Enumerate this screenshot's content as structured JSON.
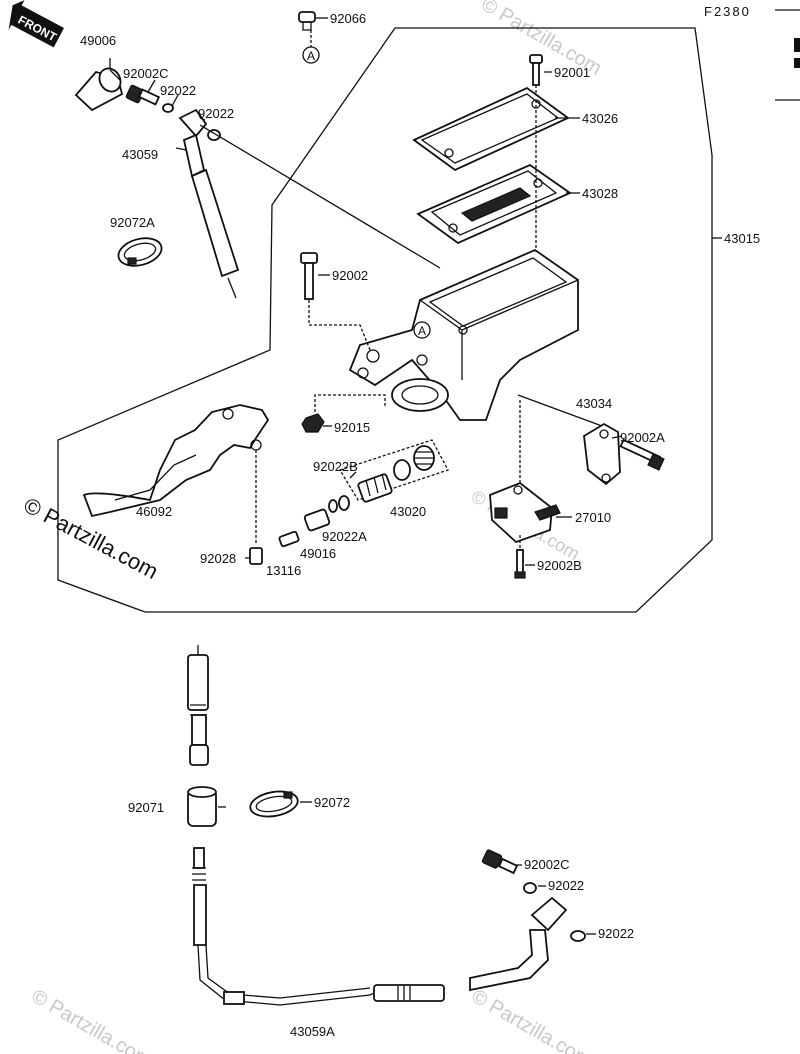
{
  "diagram_code": "F2380",
  "front_badge": "FRONT",
  "ref_marker": "A",
  "watermark": "© Partzilla.com",
  "labels": {
    "p49006": "49006",
    "p92066": "92066",
    "p92002C_top": "92002C",
    "p92022_a": "92022",
    "p92022_b": "92022",
    "p43059": "43059",
    "p92001": "92001",
    "p43026": "43026",
    "p43028": "43028",
    "p43015": "43015",
    "p92072A": "92072A",
    "p92002": "92002",
    "p43034": "43034",
    "p92002A": "92002A",
    "p92015": "92015",
    "p92022B": "92022B",
    "p43020": "43020",
    "p46092": "46092",
    "p27010": "27010",
    "p92022A": "92022A",
    "p49016": "49016",
    "p92028": "92028",
    "p13116": "13116",
    "p92002B": "92002B",
    "p92071": "92071",
    "p92072": "92072",
    "p92002C_bot": "92002C",
    "p92022_c": "92022",
    "p92022_d": "92022",
    "p43059A": "43059A"
  }
}
